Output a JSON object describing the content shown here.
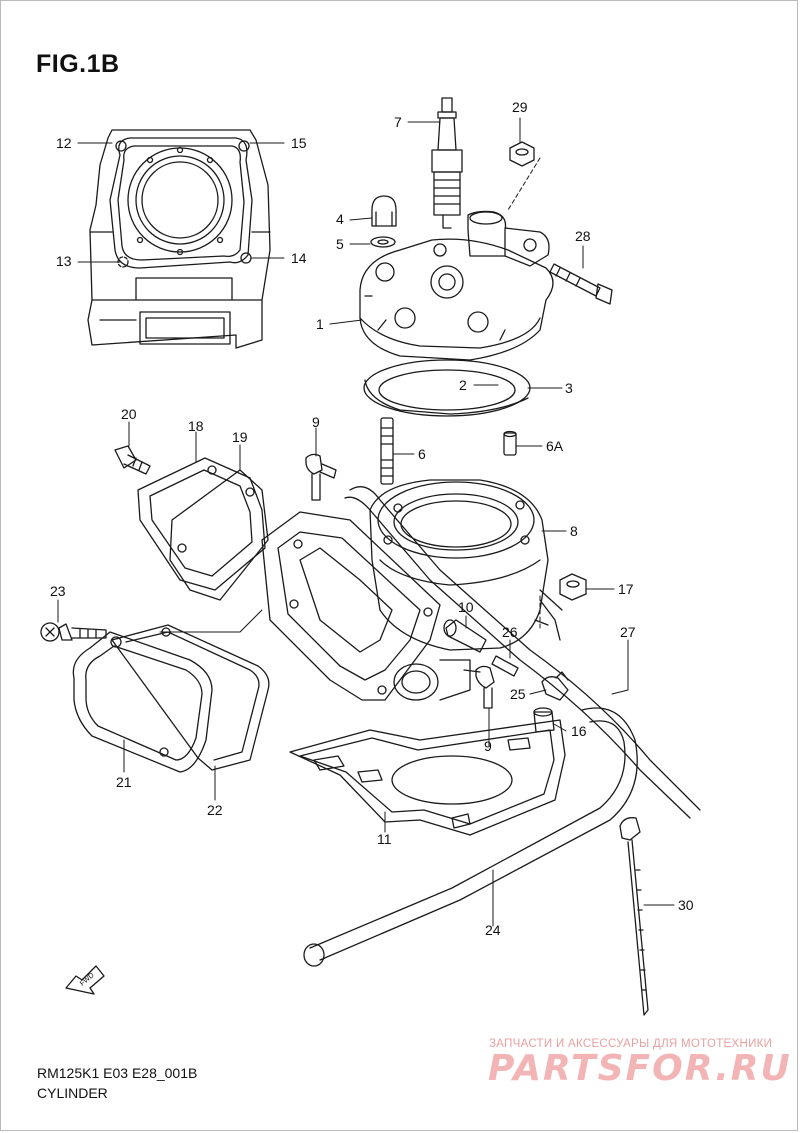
{
  "figure": {
    "title": "FIG.1B",
    "code": "RM125K1 E03 E28_001B",
    "caption": "CYLINDER",
    "fwd_label": "FWD"
  },
  "callouts": [
    {
      "id": "c-1",
      "text": "1"
    },
    {
      "id": "c-2",
      "text": "2"
    },
    {
      "id": "c-3",
      "text": "3"
    },
    {
      "id": "c-4",
      "text": "4"
    },
    {
      "id": "c-5",
      "text": "5"
    },
    {
      "id": "c-6",
      "text": "6"
    },
    {
      "id": "c-6a",
      "text": "6A"
    },
    {
      "id": "c-7",
      "text": "7"
    },
    {
      "id": "c-8",
      "text": "8"
    },
    {
      "id": "c-9a",
      "text": "9"
    },
    {
      "id": "c-9b",
      "text": "9"
    },
    {
      "id": "c-10",
      "text": "10"
    },
    {
      "id": "c-11",
      "text": "11"
    },
    {
      "id": "c-12",
      "text": "12"
    },
    {
      "id": "c-13",
      "text": "13"
    },
    {
      "id": "c-14",
      "text": "14"
    },
    {
      "id": "c-15",
      "text": "15"
    },
    {
      "id": "c-16",
      "text": "16"
    },
    {
      "id": "c-17",
      "text": "17"
    },
    {
      "id": "c-18",
      "text": "18"
    },
    {
      "id": "c-19",
      "text": "19"
    },
    {
      "id": "c-20",
      "text": "20"
    },
    {
      "id": "c-21",
      "text": "21"
    },
    {
      "id": "c-22",
      "text": "22"
    },
    {
      "id": "c-23",
      "text": "23"
    },
    {
      "id": "c-24",
      "text": "24"
    },
    {
      "id": "c-25",
      "text": "25"
    },
    {
      "id": "c-26",
      "text": "26"
    },
    {
      "id": "c-27",
      "text": "27"
    },
    {
      "id": "c-28",
      "text": "28"
    },
    {
      "id": "c-29",
      "text": "29"
    },
    {
      "id": "c-30",
      "text": "30"
    }
  ],
  "watermark": {
    "tagline": "ЗАПЧАСТИ И АКСЕССУАРЫ ДЛЯ МОТОТЕХНИКИ",
    "logo": "PARTSFOR.RU"
  },
  "colors": {
    "line": "#1a1a1a",
    "watermark": "#f2b4b4"
  }
}
